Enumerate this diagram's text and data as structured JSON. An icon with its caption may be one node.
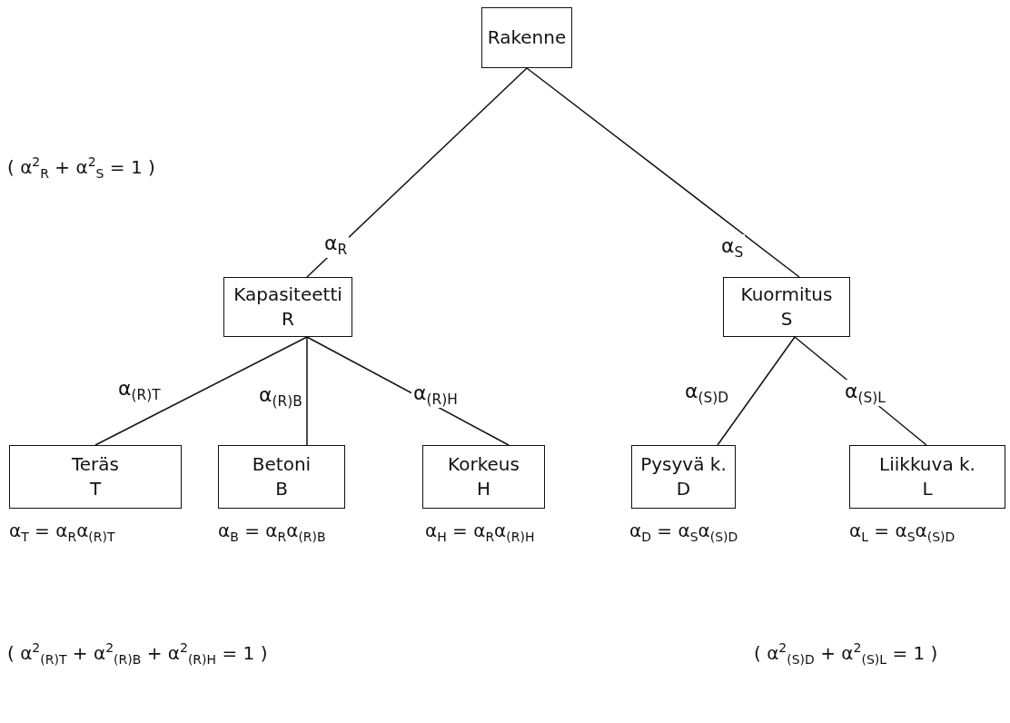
{
  "diagram": {
    "nodes": [
      {
        "text": [
          "Rakenne"
        ]
      },
      {
        "text": [
          "Kapasiteetti",
          "R"
        ]
      },
      {
        "text": [
          "Kuormitus",
          "S"
        ]
      },
      {
        "text": [
          "Teräs",
          "T"
        ],
        "beside": [
          "α$_{T}$ = α$_{R}$α$_{(R)T}$"
        ]
      },
      {
        "text": [
          "Betoni",
          "B"
        ],
        "beside": [
          "α$_{B}$ = α$_{R}$α$_{(R)B}$"
        ]
      },
      {
        "text": [
          "Korkeus",
          "H"
        ],
        "beside": [
          "α$_{H}$ = α$_{R}$α$_{(R)H}$"
        ]
      },
      {
        "text": [
          "Pysyvä k.",
          "D"
        ],
        "beside": [
          "α$_{D}$ = α$_{S}$α$_{(S)D}$"
        ]
      },
      {
        "text": [
          "Liikkuva k.",
          "L"
        ],
        "beside": [
          "α$_{L}$ = α$_{S}$α$_{(S)D}$"
        ]
      }
    ],
    "edges": [
      {
        "from": 0,
        "to": 1,
        "arrow": "none",
        "label": "α$_{R}$"
      },
      {
        "from": 0,
        "to": 2,
        "arrow": "none",
        "label": "α$_{S}$"
      },
      {
        "from": 1,
        "to": 3,
        "arrow": "none",
        "label": "α$_{(R)T}$"
      },
      {
        "from": 1,
        "to": 4,
        "arrow": "none",
        "label": "α$_{(R)B}$"
      },
      {
        "from": 1,
        "to": 5,
        "arrow": "none",
        "label": "α$_{(R)H}$"
      },
      {
        "from": 2,
        "to": 6,
        "arrow": "none",
        "label": "α$_{(S)D}$"
      },
      {
        "from": 2,
        "to": 7,
        "arrow": "none",
        "label": "α$_{(S)L}$"
      }
    ],
    "labels": [
      "( α$^{2}$$_{R}$ + α$^{2}$$_{S}$ = 1 )",
      "( α$^{2}$$_{(R)T}$ + α$^{2}$$_{(R)B}$ + α$^{2}$$_{(R)H}$ = 1 )",
      "( α$^{2}$$_{(S)D}$ + α$^{2}$$_{(S)L}$ = 1 )"
    ]
  }
}
